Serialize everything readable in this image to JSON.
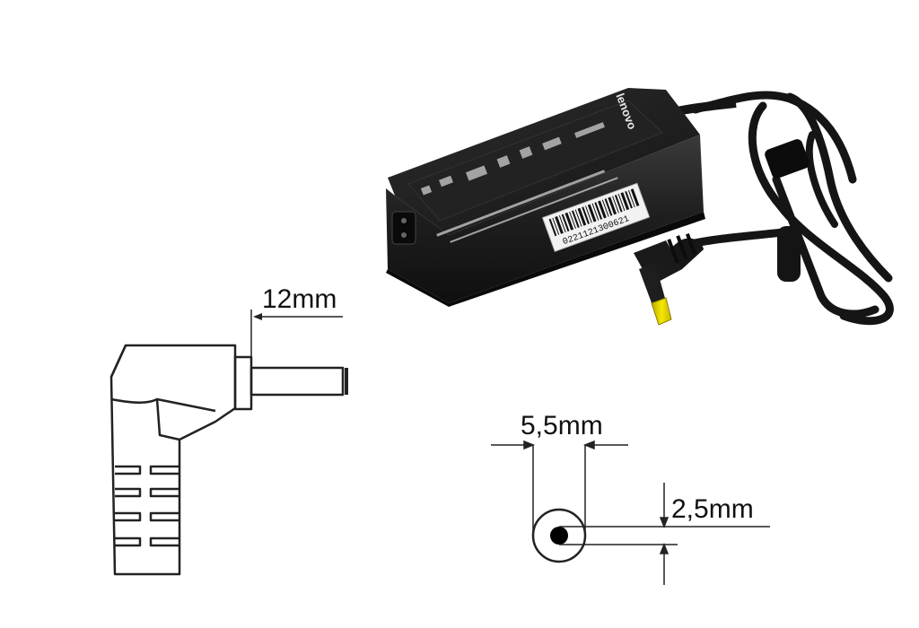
{
  "product": {
    "brand_logo": "lenovo",
    "serial_number": "0221121300621"
  },
  "dimensions": {
    "plug_length": "12mm",
    "outer_diameter": "5,5mm",
    "inner_diameter": "2,5mm"
  },
  "colors": {
    "adapter_body": "#1c1c1c",
    "plug_tip": "#e8d600",
    "line": "#222222"
  }
}
